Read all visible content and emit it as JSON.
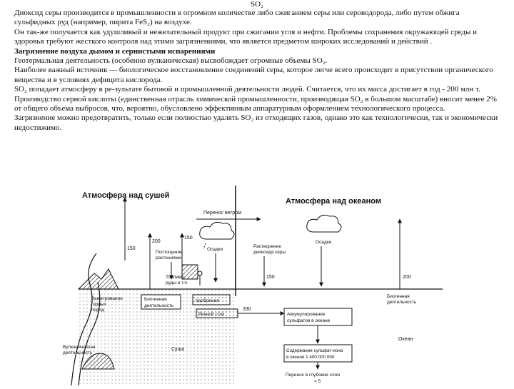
{
  "page": {
    "title": "SO₂"
  },
  "paragraphs": [
    {
      "text": "Диоксид серы производится в промышленности в огромном количестве либо сжиганием серы или сероводорода, либо путем обжига сульфидных руд (например, пирита FeS₂) на воздухе.",
      "bold": false
    },
    {
      "text": "Он так-же получается как удушливый и нежелательный продукт при сжигании угля и нефти. Проблемы сохранения окружающей среды и здоровья требуют жесткого контроля над этими загрязнениями, что является предметом широких исследований и действий .",
      "bold": false
    },
    {
      "text": "Загрязнение воздуха дымом и сернистыми испарениями",
      "bold": true
    },
    {
      "text": "Геотермальная деятельность (особенно вулканическая) высвобождает огромные объемы SO₂.",
      "bold": false
    },
    {
      "text": "Наиболее важный источник — биологическое восстановление соединений серы, которое легче всего происходит в присутствии органического вещества и в условиях дефицита кислорода.",
      "bold": false
    },
    {
      "text": "SO₂ попадает атмосферу в ре-зультате бытовой и промышленной деятельности людей. Считается, что их масса достигает в год - 200 млн т.",
      "bold": false
    },
    {
      "text": "Производство серной кислоты (единственная отрасль химической промышленности, производящая SO₂ в большом масштабе) вносит менее 2% от общего объема выбросов, что, вероятно, обусловлено эффективным аппаратурным оформлением технологического процесса.",
      "bold": false
    },
    {
      "text": "Загрязнение можно предотвратить, только если полностью удалять SO₂ из отходящих газов, однако это как технологически, так и экономически недостижимо.",
      "bold": false
    }
  ],
  "diagram": {
    "heading_land": "Атмосфера над сушей",
    "heading_ocean": "Атмосфера над океаном",
    "wind_transfer": "Перенос ветром",
    "val_150_left": "150",
    "val_200_left": "200",
    "val_150_mid": "150",
    "val_150_ocean": "150",
    "val_200_ocean": "200",
    "val_330": "330",
    "precip_land": "Осадки",
    "precip_ocean": "Осадки",
    "plants_line1": "Поглощение",
    "plants_line2": "растениями",
    "dissolved_line1": "Растворение",
    "dissolved_line2": "диоксида серы",
    "fuel_line1": "Топливо,",
    "fuel_line2": "руды и т.п.",
    "fertilizers": "Удобрения",
    "weathering_line1": "Выветривание",
    "weathering_line2": "горных",
    "weathering_line3": "пород",
    "bio_land_line1": "Биогенная",
    "bio_land_line2": "деятельность",
    "bio_ocean_line1": "Биогенная",
    "bio_ocean_line2": "деятельность",
    "river_runoff": "Речной сток",
    "volcanic_line1": "Вулканическая",
    "volcanic_line2": "деятельность",
    "land": "Суша",
    "ocean": "Океан",
    "accum_line1": "Аккумулирование",
    "accum_line2": "сульфатов в океане",
    "content_line1": "Содержание сульфат-иона",
    "content_line2": "в океане 1 400 000 000",
    "deep_line1": "Перенос в глубокие слои",
    "deep_line2": "< 5"
  }
}
